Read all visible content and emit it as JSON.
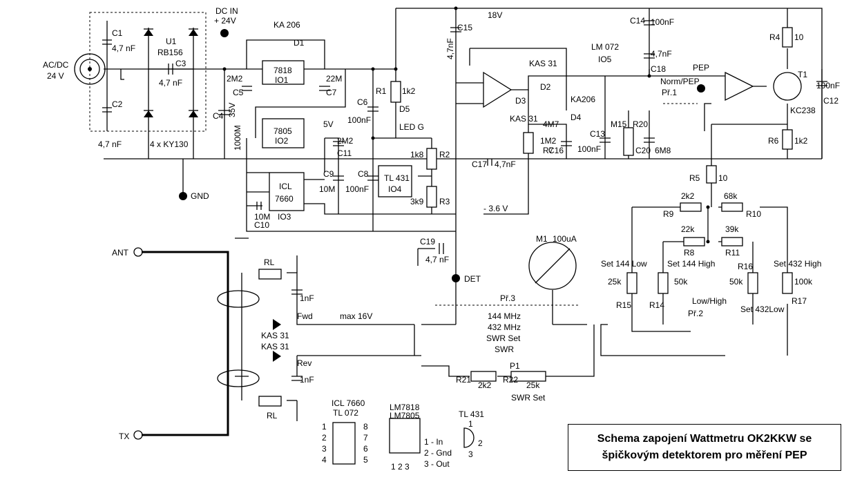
{
  "title": {
    "line1": "Schema zapojení Wattmetru OK2KKW se",
    "line2": "špičkovým detektorem pro měření PEP"
  },
  "labels": {
    "acdc": "AC/DC",
    "v24": "24 V",
    "c1": "C1",
    "c1v": "4,7 nF",
    "c2": "C2",
    "c2v": "4,7 nF",
    "u1": "U1",
    "rb156": "RB156",
    "c3": "C3",
    "c3v": "4,7 nF",
    "ky130": "4 x KY130",
    "dcin": "DC IN",
    "p24v": "+ 24V",
    "gnd": "GND",
    "ka206": "KA 206",
    "d1": "D1",
    "c5": "C5",
    "c5v": "2M2",
    "io1t": "7818",
    "io1": "IO1",
    "c7v": "22M",
    "c7": "C7",
    "c4": "C4",
    "c4v1": "35V",
    "c4v2": "1000M",
    "io2t": "7805",
    "io2": "IO2",
    "v5": "5V",
    "c11v": "2M2",
    "c11": "C11",
    "c6": "C6",
    "c6v": "100nF",
    "r1": "R1",
    "r1v": "1k2",
    "d5": "D5",
    "ledg": "LED G",
    "icl": "ICL",
    "icl7660": "7660",
    "io3": "IO3",
    "c10v": "10M",
    "c10": "C10",
    "c9": "C9",
    "c9v": "10M",
    "c8": "C8",
    "c8v": "100nF",
    "tl431a": "TL 431",
    "io4": "IO4",
    "r2": "R2",
    "r2v": "1k8",
    "r3": "R3",
    "r3v": "3k9",
    "v36": "- 3.6 V",
    "v18": "18V",
    "c15": "C15",
    "c15v": "4,7nF",
    "ka31a": "KAS 31",
    "d2": "D2",
    "d3": "D3",
    "kas31b": "KAS 31",
    "ka206b": "KA206",
    "d4": "D4",
    "lm072": "LM 072",
    "io5": "IO5",
    "c14": "C14",
    "c14v": "100nF",
    "c18v": "4,7nF",
    "c18": "C18",
    "pep": "PEP",
    "normpep": "Norm/PEP",
    "pr1": "Př.1",
    "r4": "R4",
    "r4v": "10",
    "t1": "T1",
    "kc238": "KC238",
    "c12v": "100nF",
    "c12": "C12",
    "r6": "R6",
    "r6v": "1k2",
    "r7v": "1M2",
    "r7": "R7",
    "c16v": "4M7",
    "c16": "C16",
    "c13": "C13",
    "c13v": "100nF",
    "m15": "M15",
    "r20": "R20",
    "c20": "C20",
    "c20v": "6M8",
    "c17": "C17",
    "c17v": "4,7nF",
    "r5": "R5",
    "r5v": "10",
    "r9v": "2k2",
    "r9": "R9",
    "r10v": "68k",
    "r10": "R10",
    "r8v": "22k",
    "r8": "R8",
    "r11v": "39k",
    "r11": "R11",
    "set144low": "Set 144 Low",
    "set144high": "Set 144 High",
    "set432high": "Set 432 High",
    "r16": "R16",
    "r15": "R15",
    "r14": "R14",
    "r17": "R17",
    "v25k": "25k",
    "v50ka": "50k",
    "v50kb": "50k",
    "v100k": "100k",
    "lowhigh": "Low/High",
    "pr2": "Př.2",
    "set432low": "Set 432Low",
    "c19": "C19",
    "c19v": "4,7 nF",
    "det": "DET",
    "m1": "M1",
    "m1v": "100uA",
    "ant": "ANT",
    "tx": "TX",
    "rl1": "RL",
    "rl2": "RL",
    "nf1": "1nF",
    "nf2": "1nF",
    "fwd": "Fwd",
    "rev": "Rev",
    "max16": "max 16V",
    "kas31c": "KAS 31",
    "kas31d": "KAS 31",
    "pr3": "Př.3",
    "mhz144": "144 MHz",
    "mhz432": "432 MHz",
    "swrset": "SWR Set",
    "swr": "SWR",
    "r21": "R21",
    "r21v": "2k2",
    "r22": "R22",
    "p1": "P1",
    "p1v": "25k",
    "swrset2": "SWR Set",
    "pin_icl": "ICL 7660",
    "pin_tl072": "TL 072",
    "p1n": "1",
    "p2n": "2",
    "p3n": "3",
    "p4n": "4",
    "p5n": "5",
    "p6n": "6",
    "p7n": "7",
    "p8n": "8",
    "lm7818": "LM7818",
    "lm7805": "LM7805",
    "in": "1 - In",
    "gndp": "2 - Gnd",
    "out": "3 - Out",
    "pins123": "1 2 3",
    "tl431b": "TL 431",
    "t1n": "1",
    "t2n": "2",
    "t3n": "3"
  }
}
